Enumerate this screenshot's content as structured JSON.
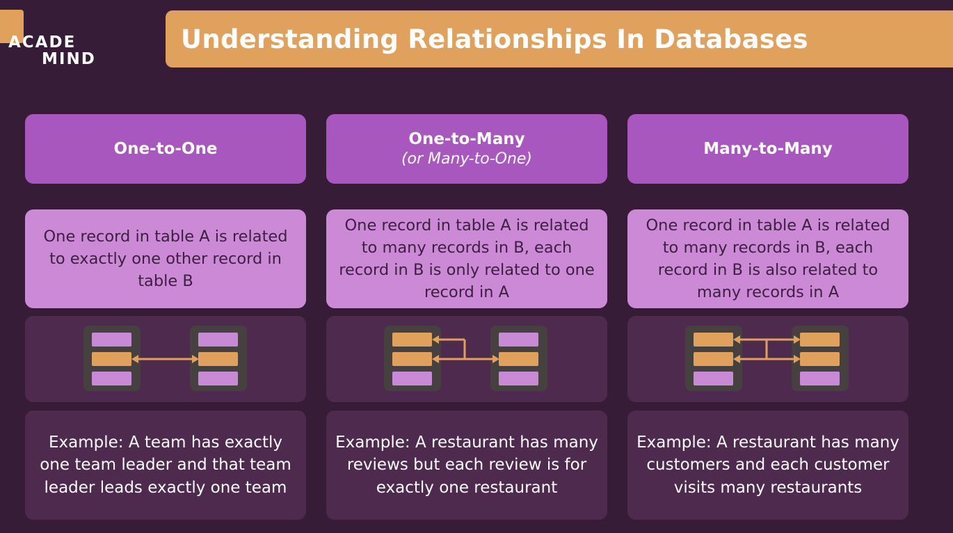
{
  "logo": {
    "line1": "ACADE",
    "line2": "MIND"
  },
  "title": "Understanding Relationships In Databases",
  "colors": {
    "background": "#361c37",
    "accent": "#e0a15c",
    "header": "#a857bf",
    "description": "#cc8ad6",
    "panel": "#4e2a4e",
    "row_default": "#c98ad5",
    "row_related": "#e0a15c",
    "table": "#474040"
  },
  "columns": [
    {
      "title": "One-to-One",
      "subtitle": "",
      "description": "One record in table A is related to exactly one other record in table B",
      "example": "Example: A team has exactly one team leader and that team leader leads exactly one team"
    },
    {
      "title": "One-to-Many",
      "subtitle": "(or Many-to-One)",
      "description": "One record in table A is related to many records in B, each record in B is only related to one record in A",
      "example": "Example: A restaurant has many reviews but each review is for exactly one restaurant"
    },
    {
      "title": "Many-to-Many",
      "subtitle": "",
      "description": "One record in table A is related to many records in B, each record in B is also related to many records in A",
      "example": "Example: A restaurant has many customers and each customer visits many restaurants"
    }
  ]
}
